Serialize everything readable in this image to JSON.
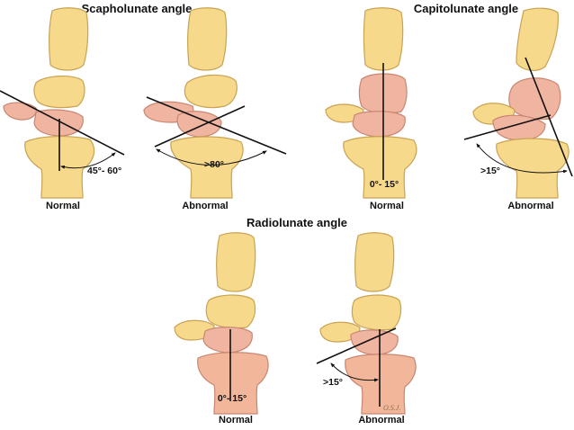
{
  "titles": {
    "scapholunate": "Scapholunate angle",
    "capitolunate": "Capitolunate angle",
    "radiolunate": "Radiolunate angle"
  },
  "panels": {
    "sl_normal": {
      "caption": "Normal",
      "angle": "45°- 60°"
    },
    "sl_abnormal": {
      "caption": "Abnormal",
      "angle": ">80°"
    },
    "cl_normal": {
      "caption": "Normal",
      "angle": "0°- 15°"
    },
    "cl_abnormal": {
      "caption": "Abnormal",
      "angle": ">15°"
    },
    "rl_normal": {
      "caption": "Normal",
      "angle": "0°- 15°"
    },
    "rl_abnormal": {
      "caption": "Abnormal",
      "angle": ">15°"
    }
  },
  "signature": "O.S.J.",
  "colors": {
    "bone_fill": "#f7d98c",
    "bone_outline": "#c9a253",
    "highlight_fill": "#f0b5a0",
    "highlight_outline": "#c98672",
    "radius_highlight": "#f2b79a",
    "line": "#111111"
  }
}
